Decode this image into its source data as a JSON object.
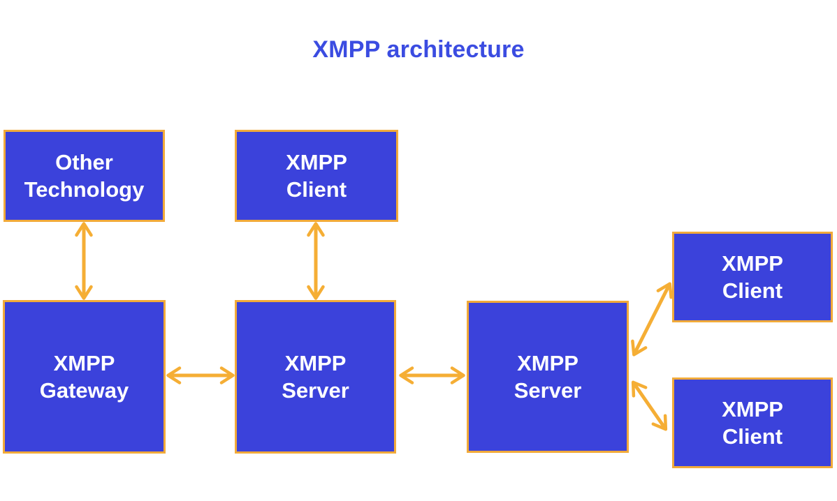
{
  "title": "XMPP architecture",
  "colors": {
    "box_fill": "#3b42db",
    "box_border": "#f1aa3a",
    "box_text": "#ffffff",
    "arrow_color": "#f5ae35",
    "title_color": "#3b4ce1"
  },
  "nodes": [
    {
      "id": "other-technology",
      "line1": "Other",
      "line2": "Technology"
    },
    {
      "id": "xmpp-client-top",
      "line1": "XMPP",
      "line2": "Client"
    },
    {
      "id": "xmpp-gateway",
      "line1": "XMPP",
      "line2": "Gateway"
    },
    {
      "id": "xmpp-server-left",
      "line1": "XMPP",
      "line2": "Server"
    },
    {
      "id": "xmpp-server-right",
      "line1": "XMPP",
      "line2": "Server"
    },
    {
      "id": "xmpp-client-right-top",
      "line1": "XMPP",
      "line2": "Client"
    },
    {
      "id": "xmpp-client-right-bottom",
      "line1": "XMPP",
      "line2": "Client"
    }
  ],
  "edges": [
    {
      "from": "other-technology",
      "to": "xmpp-gateway",
      "direction": "bidirectional",
      "orientation": "vertical"
    },
    {
      "from": "xmpp-client-top",
      "to": "xmpp-server-left",
      "direction": "bidirectional",
      "orientation": "vertical"
    },
    {
      "from": "xmpp-gateway",
      "to": "xmpp-server-left",
      "direction": "bidirectional",
      "orientation": "horizontal"
    },
    {
      "from": "xmpp-server-left",
      "to": "xmpp-server-right",
      "direction": "bidirectional",
      "orientation": "horizontal"
    },
    {
      "from": "xmpp-server-right",
      "to": "xmpp-client-right-top",
      "direction": "bidirectional",
      "orientation": "diagonal"
    },
    {
      "from": "xmpp-server-right",
      "to": "xmpp-client-right-bottom",
      "direction": "bidirectional",
      "orientation": "diagonal"
    }
  ]
}
